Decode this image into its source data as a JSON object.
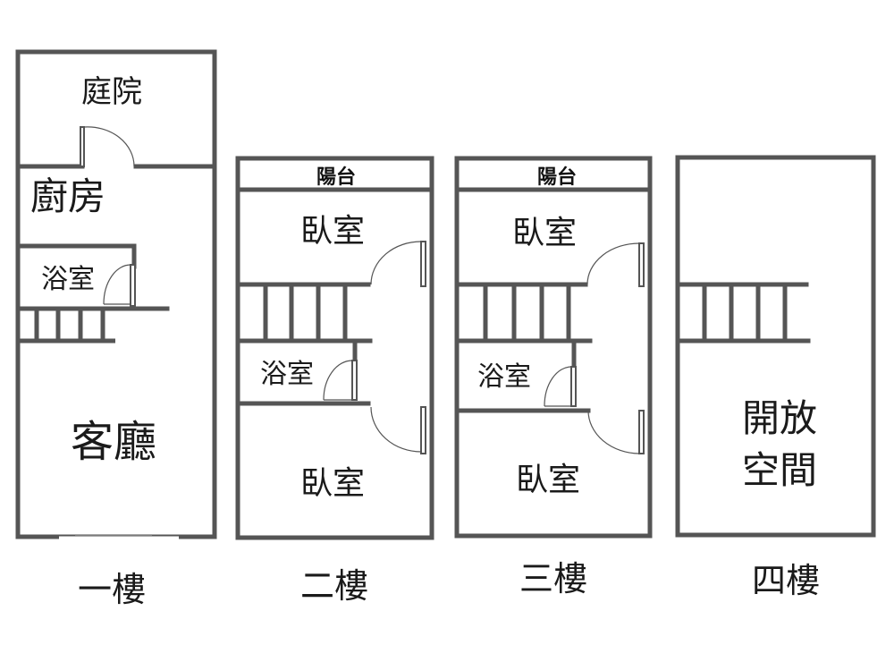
{
  "floor1": {
    "label": "一樓",
    "rooms": {
      "courtyard": "庭院",
      "kitchen": "廚房",
      "bathroom": "浴室",
      "living": "客廳"
    }
  },
  "floor2": {
    "label": "二樓",
    "rooms": {
      "balcony": "陽台",
      "bedroom_top": "臥室",
      "bathroom": "浴室",
      "bedroom_bottom": "臥室"
    }
  },
  "floor3": {
    "label": "三樓",
    "rooms": {
      "balcony": "陽台",
      "bedroom_top": "臥室",
      "bathroom": "浴室",
      "bedroom_bottom": "臥室"
    }
  },
  "floor4": {
    "label": "四樓",
    "rooms": {
      "open_space_line1": "開放",
      "open_space_line2": "空間"
    }
  }
}
